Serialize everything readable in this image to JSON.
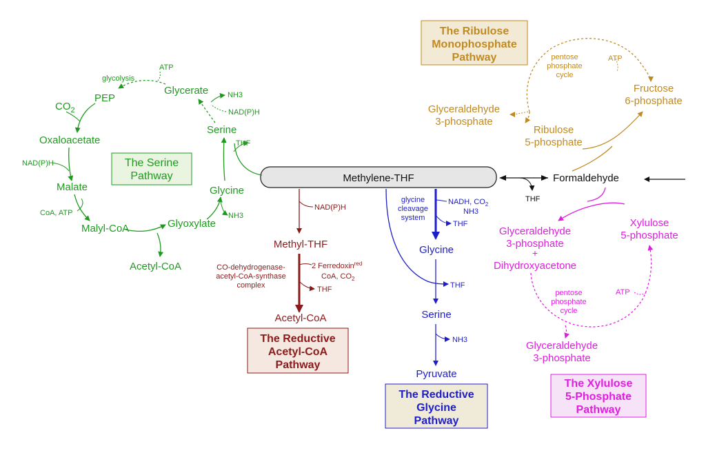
{
  "colors": {
    "serine": "#1f9a1f",
    "ribulose": "#c08a22",
    "xylulose": "#e01ee0",
    "reductive_acetyl": "#8b1a1a",
    "reductive_glycine": "#1e1ec8",
    "central": "#111111"
  },
  "central": {
    "methylene_thf": "Methylene-THF",
    "formaldehyde": "Formaldehyde",
    "thf": "THF"
  },
  "serine": {
    "title": [
      "The Serine",
      "Pathway"
    ],
    "nodes": {
      "pep": "PEP",
      "co2": "CO",
      "co2_sub": "2",
      "oxaloacetate": "Oxaloacetate",
      "malate": "Malate",
      "malyl_coa": "Malyl-CoA",
      "acetyl_coa": "Acetyl-CoA",
      "glyoxylate": "Glyoxylate",
      "glycine": "Glycine",
      "serine": "Serine",
      "glycerate": "Glycerate"
    },
    "cofactors": {
      "glycolysis": "glycolysis",
      "atp": "ATP",
      "nh3_top": "NH3",
      "nadph_top": "NAD(P)H",
      "thf": "THF",
      "nh3_low": "NH3",
      "nadph_left": "NAD(P)H",
      "coa_atp": "CoA, ATP"
    }
  },
  "ribulose": {
    "title": [
      "The Ribulose",
      "Monophosphate",
      "Pathway"
    ],
    "cycle": [
      "pentose",
      "phosphate",
      "cycle"
    ],
    "atp": "ATP",
    "fructose": [
      "Fructose",
      "6-phosphate"
    ],
    "g3p": [
      "Glyceraldehyde",
      "3-phosphate"
    ],
    "ribulose5p": [
      "Ribulose",
      "5-phosphate"
    ]
  },
  "xylulose": {
    "title": [
      "The Xylulose",
      "5-Phosphate",
      "Pathway"
    ],
    "g3p_dha": [
      "Glyceraldehyde",
      "3-phosphate",
      "+",
      "Dihydroxyacetone"
    ],
    "xylulose5p": [
      "Xylulose",
      "5-phosphate"
    ],
    "cycle": [
      "pentose",
      "phosphate",
      "cycle"
    ],
    "atp": "ATP",
    "g3p": [
      "Glyceraldehyde",
      "3-phosphate"
    ]
  },
  "reductive_acetyl": {
    "title": [
      "The Reductive",
      "Acetyl-CoA",
      "Pathway"
    ],
    "nadph": "NAD(P)H",
    "methyl_thf": "Methyl-THF",
    "enzyme": [
      "CO-dehydrogenase-",
      "acetyl-CoA-synthase",
      "complex"
    ],
    "ferredoxin": "2 Ferredoxin",
    "ferredoxin_sup": "red",
    "coa_co2": "CoA, CO",
    "coa_co2_sub": "2",
    "thf": "THF",
    "acetyl_coa": "Acetyl-CoA"
  },
  "reductive_glycine": {
    "title": [
      "The Reductive",
      "Glycine",
      "Pathway"
    ],
    "gcs": [
      "glycine",
      "cleavage",
      "system"
    ],
    "nadh": "NADH, CO",
    "nadh_sub": "2",
    "nh3": "NH3",
    "thf1": "THF",
    "glycine": "Glycine",
    "thf2": "THF",
    "serine": "Serine",
    "nh3_b": "NH3",
    "pyruvate": "Pyruvate"
  }
}
